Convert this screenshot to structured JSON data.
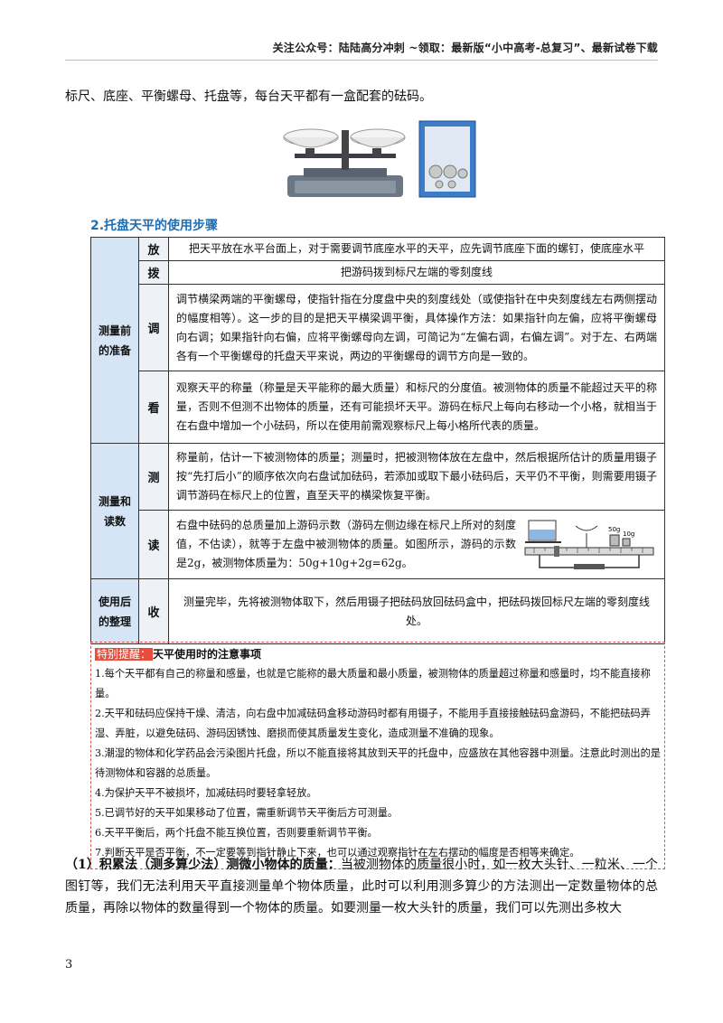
{
  "header": {
    "text": "关注公众号：陆陆高分冲刺 ~领取：最新版“小中高考-总复习”、最新试卷下载"
  },
  "intro": "标尺、底座、平衡螺母、托盘等，每台天平都有一盒配套的砝码。",
  "section_title": "2.托盘天平的使用步骤",
  "table": {
    "group1": "测量前的准备",
    "group2": "测量和读数",
    "group3": "使用后的整理",
    "rows": {
      "fang": {
        "key": "放",
        "text": "把天平放在水平台面上，对于需要调节底座水平的天平，应先调节底座下面的螺钉，使底座水平"
      },
      "bo": {
        "key": "拨",
        "text": "把游码拨到标尺左端的零刻度线"
      },
      "tiao": {
        "key": "调",
        "text": "调节横梁两端的平衡螺母，使指针指在分度盘中央的刻度线处（或使指针在中央刻度线左右两侧摆动的幅度相等）。这一步的目的是把天平横梁调平衡，具体操作方法：如果指针向左偏，应将平衡螺母向右调；如果指针向右偏，应将平衡螺母向左调，可简记为“左偏右调，右偏左调”。对于左、右两端各有一个平衡螺母的托盘天平来说，两边的平衡螺母的调节方向是一致的。"
      },
      "kan": {
        "key": "看",
        "text": "观察天平的称量（称量是天平能称的最大质量）和标尺的分度值。被测物体的质量不能超过天平的称量，否则不但测不出物体的质量，还有可能损坏天平。游码在标尺上每向右移动一个小格，就相当于在右盘中增加一个小砝码，所以在使用前需观察标尺上每小格所代表的质量。"
      },
      "ce": {
        "key": "测",
        "text": "称量前，估计一下被测物体的质量；测量时，把被测物体放在左盘中，然后根据所估计的质量用镊子按“先打后小”的顺序依次向右盘试加砝码，若添加或取下最小砝码后，天平仍不平衡，则需要用镊子调节游码在标尺上的位置，直至天平的横梁恢复平衡。"
      },
      "du": {
        "key": "读",
        "text": "右盘中砝码的总质量加上游码示数（游码左侧边缘在标尺上所对的刻度值，不估读），就等于左盘中被测物体的质量。如图所示，游码的示数是2g，被测物体质量为：50g+10g+2g=62g。"
      },
      "shou": {
        "key": "收",
        "text": "测量完毕，先将被测物体取下，然后用镊子把砝码放回砝码盒中，把砝码拨回标尺左端的零刻度线处。"
      }
    },
    "figure_labels": {
      "w50": "50g",
      "w10": "10g"
    }
  },
  "note": {
    "tag": "特别提醒：",
    "title": "天平使用时的注意事项",
    "items": [
      "1.每个天平都有自己的称量和感量，也就是它能称的最大质量和最小质量，被测物体的质量超过称量和感量时，均不能直接称量。",
      "2.天平和砝码应保持干燥、清洁，向右盘中加减砝码盒移动游码时都有用镊子，不能用手直接接触砝码盒游码，不能把砝码弄湿、弄脏，以避免砝码、游码因锈蚀、磨损而使其质量发生变化，造成测量不准确的现象。",
      "3.潮湿的物体和化学药品会污染图片托盘，所以不能直接将其放到天平的托盘中，应盛放在其他容器中测量。注意此时测出的是待测物体和容器的总质量。",
      "4.为保护天平不被损坏，加减砝码时要轻拿轻放。",
      "5.已调节好的天平如果移动了位置，需重新调节天平衡后方可测量。",
      "6.天平平衡后，两个托盘不能互换位置，否则要重新调节平衡。",
      "7.判断天平是否平衡，不一定要等到指针静止下来，也可以通过观察指针在左右摆动的幅度是否相等来确定。"
    ]
  },
  "para": {
    "lead": "（1）积累法（测多算少法）测微小物体的质量：",
    "text": "当被测物体的质量很小时，如一枚大头针、一粒米、一个图钉等，我们无法利用天平直接测量单个物体质量，此时可以利用测多算少的方法测出一定数量物体的总质量，再除以物体的数量得到一个物体的质量。如要测量一枚大头针的质量，我们可以先测出多枚大"
  },
  "page_number": "3"
}
